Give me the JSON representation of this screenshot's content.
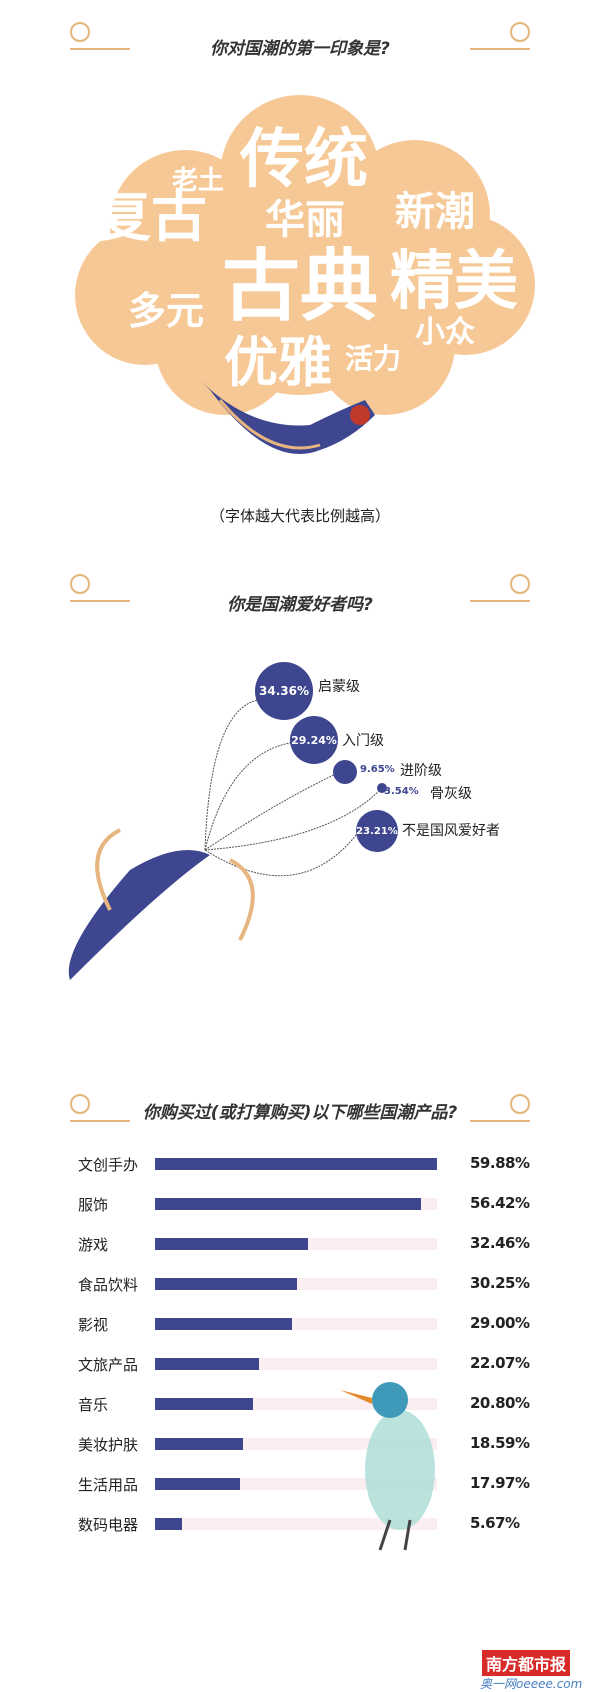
{
  "section1": {
    "title": "你对国潮的第一印象是?",
    "caption": "（字体越大代表比例越高）",
    "words": [
      "传统",
      "老土",
      "复古",
      "华丽",
      "新潮",
      "古典",
      "精美",
      "多元",
      "优雅",
      "活力",
      "小众"
    ]
  },
  "section2": {
    "title": "你是国潮爱好者吗?",
    "items": [
      {
        "label": "启蒙级",
        "value": "34.36%"
      },
      {
        "label": "入门级",
        "value": "29.24%"
      },
      {
        "label": "进阶级",
        "value": "9.65%"
      },
      {
        "label": "骨灰级",
        "value": "3.54%"
      },
      {
        "label": "不是国风爱好者",
        "value": "23.21%"
      }
    ]
  },
  "chart_data": {
    "type": "bar",
    "title": "你购买过(或打算购买)以下哪些国潮产品?",
    "categories": [
      "文创手办",
      "服饰",
      "游戏",
      "食品饮料",
      "影视",
      "文旅产品",
      "音乐",
      "美妆护肤",
      "生活用品",
      "数码电器"
    ],
    "values": [
      59.88,
      56.42,
      32.46,
      30.25,
      29.0,
      22.07,
      20.8,
      18.59,
      17.97,
      5.67
    ],
    "labels": [
      "59.88%",
      "56.42%",
      "32.46%",
      "30.25%",
      "29.00%",
      "22.07%",
      "20.80%",
      "18.59%",
      "17.97%",
      "5.67%"
    ],
    "xlim": [
      0,
      59.88
    ],
    "bar_color": "#3e4690"
  },
  "footer": {
    "logo": "南方都市报",
    "site": "奥一网oeeee.com"
  }
}
